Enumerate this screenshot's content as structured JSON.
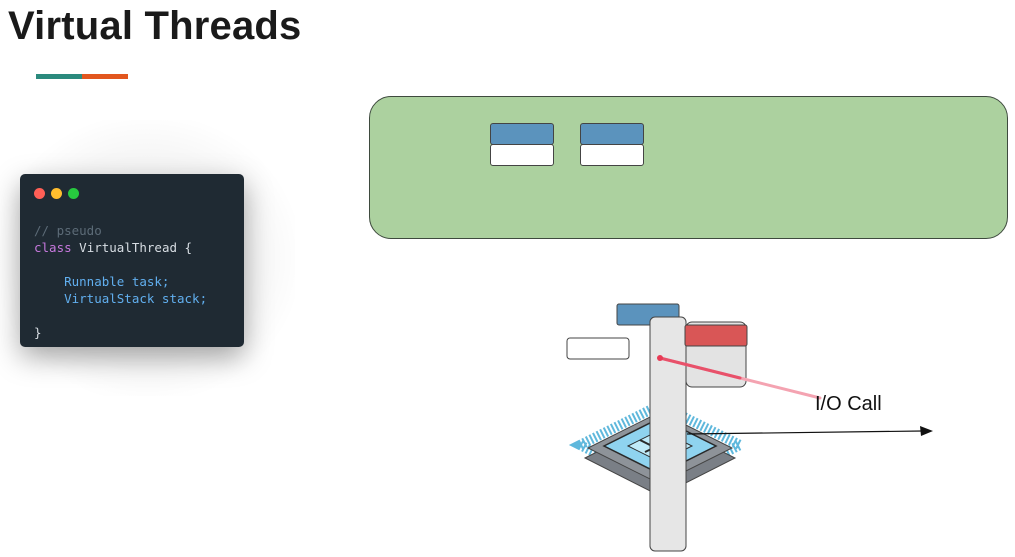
{
  "slide": {
    "title": "Virtual Threads"
  },
  "code": {
    "lines": [
      [
        {
          "t": "// pseudo",
          "c": "comment"
        }
      ],
      [
        {
          "t": "class",
          "c": "kw"
        },
        {
          "t": " VirtualThread {",
          "c": "plain"
        }
      ],
      [
        {
          "t": "",
          "c": "plain"
        }
      ],
      [
        {
          "t": "    Runnable task;",
          "c": "ident"
        }
      ],
      [
        {
          "t": "    VirtualStack stack;",
          "c": "ident"
        }
      ],
      [
        {
          "t": "",
          "c": "plain"
        }
      ],
      [
        {
          "t": "}",
          "c": "plain"
        }
      ]
    ]
  },
  "diagram": {
    "io_label": "I/O Call",
    "colors": {
      "heap_fill": "#acd19f",
      "block_blue": "#5b93bd",
      "block_red": "#d95656",
      "thread_bar": "#e6e6e6",
      "laser": "#e8516a",
      "cpu_chip": "#6fc6e8"
    }
  }
}
